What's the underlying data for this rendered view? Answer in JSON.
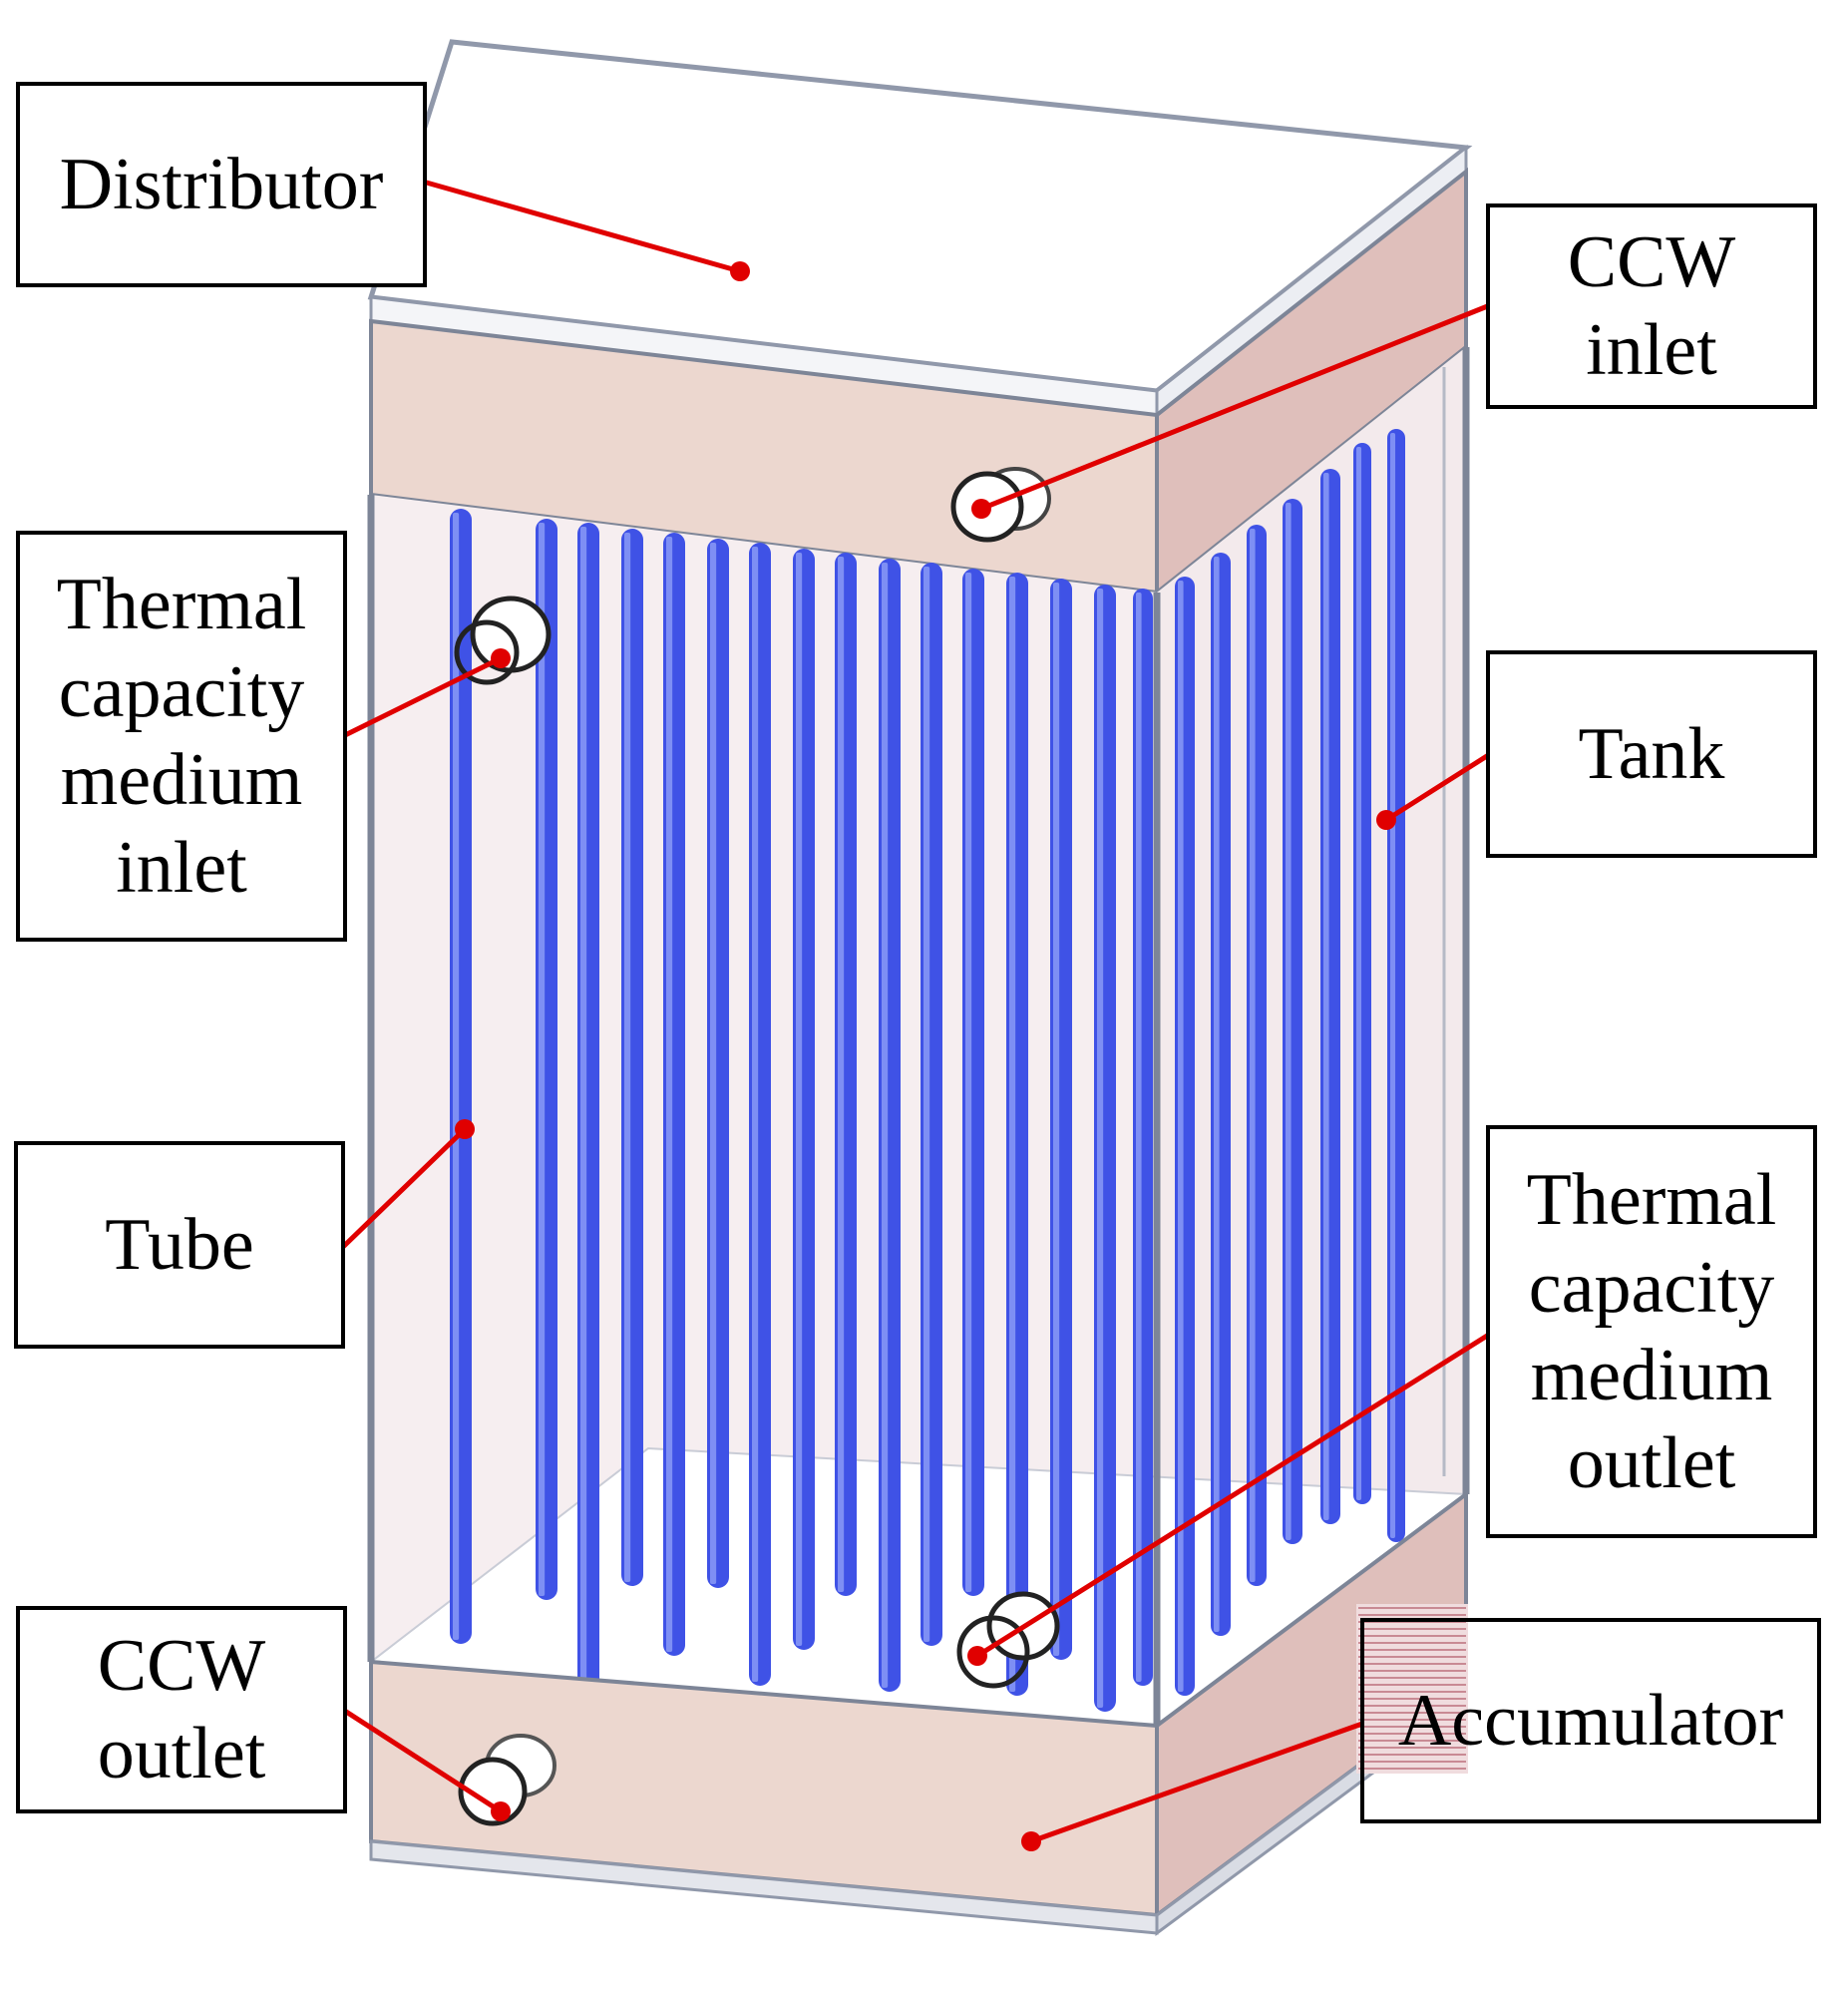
{
  "colors": {
    "tube": "#3f52e6",
    "tube_highlight": "#7e8ff4",
    "band": "#ecd7cf",
    "band_side": "#dfbfbb",
    "tank": "#f6eef0",
    "leader": "#e00000",
    "frame": "#8e96a8"
  },
  "icons": {
    "port": "circle-port-icon",
    "leader_end": "red-dot-marker-icon"
  },
  "labels": {
    "distributor": {
      "lines": [
        "Distributor"
      ]
    },
    "ccw_inlet": {
      "lines": [
        "CCW",
        "inlet"
      ]
    },
    "tcm_inlet": {
      "lines": [
        "Thermal",
        "capacity",
        "medium",
        "inlet"
      ]
    },
    "tank": {
      "lines": [
        "Tank"
      ]
    },
    "tube": {
      "lines": [
        "Tube"
      ]
    },
    "tcm_outlet": {
      "lines": [
        "Thermal",
        "capacity",
        "medium",
        "outlet"
      ]
    },
    "ccw_outlet": {
      "lines": [
        "CCW",
        "outlet"
      ]
    },
    "accumulator": {
      "lines": [
        "Accumulator"
      ]
    }
  }
}
